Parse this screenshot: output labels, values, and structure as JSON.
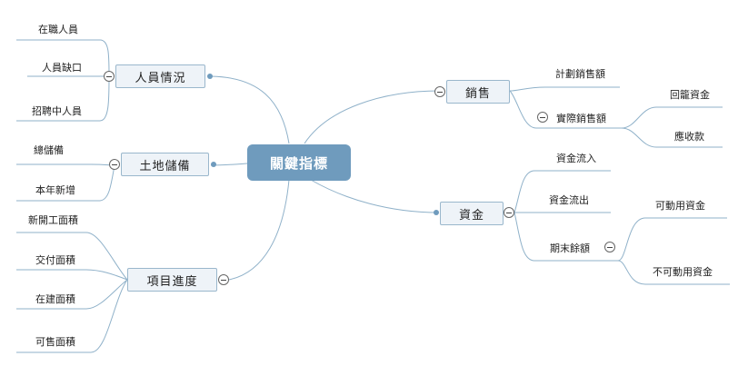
{
  "center": {
    "label": "關鍵指標"
  },
  "branches": {
    "personnel": {
      "label": "人員情況",
      "items": [
        "在職人員",
        "人員缺口",
        "招聘中人員"
      ]
    },
    "land": {
      "label": "土地儲備",
      "items": [
        "總儲備",
        "本年新增"
      ]
    },
    "projects": {
      "label": "項目進度",
      "items": [
        "新開工面積",
        "交付面積",
        "在建面積",
        "可售面積"
      ]
    },
    "sales": {
      "label": "銷售",
      "items": [
        "計劃銷售額",
        "實際銷售額"
      ],
      "actual_children": [
        "回籠資金",
        "應收款"
      ]
    },
    "funds": {
      "label": "資金",
      "items": [
        "資金流入",
        "資金流出",
        "期末餘額"
      ],
      "balance_children": [
        "可動用資金",
        "不可動用資金"
      ]
    }
  },
  "colors": {
    "center_fill": "#6f9bbd",
    "topic_fill": "#eef3f8",
    "topic_border": "#9ab7cc",
    "connector": "#8fb1c9"
  }
}
